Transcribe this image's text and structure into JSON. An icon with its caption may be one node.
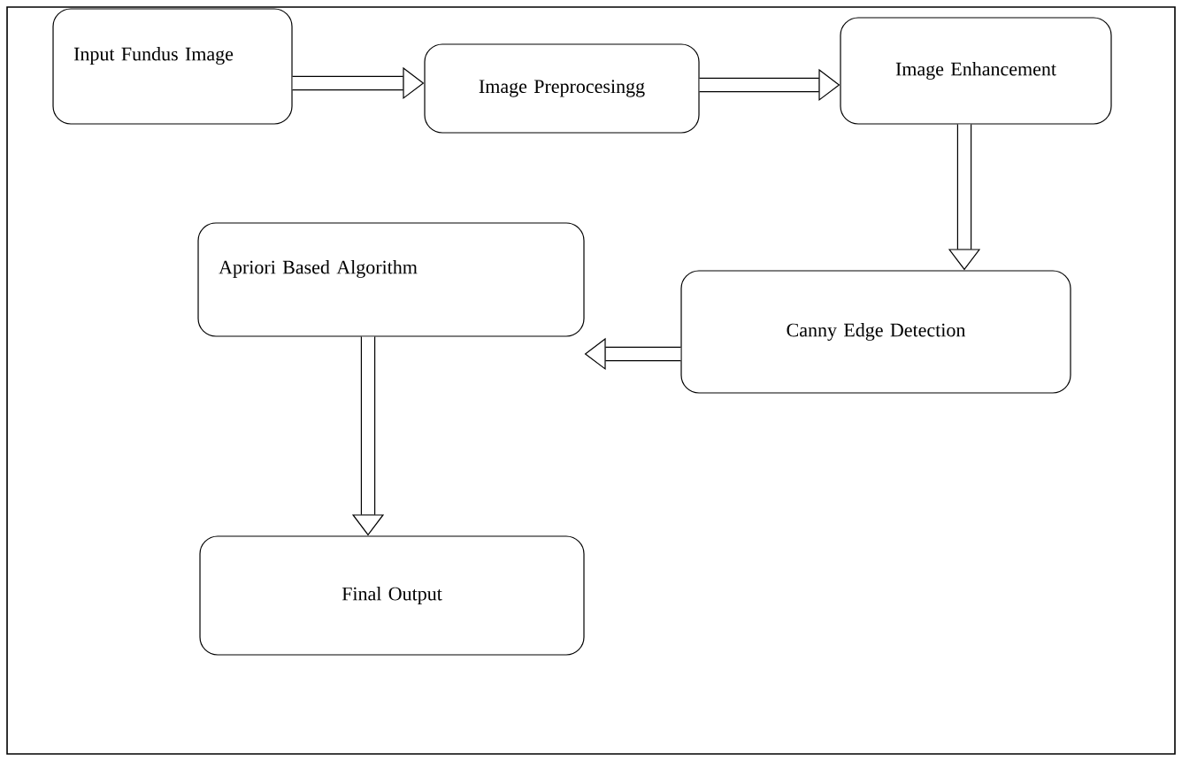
{
  "diagram": {
    "nodes": [
      {
        "text": [
          "Input Fundus Image"
        ]
      },
      {
        "text": [
          "Image Preprocesingg"
        ]
      },
      {
        "text": [
          "Image Enhancement"
        ]
      },
      {
        "text": [
          "Canny Edge Detection"
        ]
      },
      {
        "text": [
          "Apriori Based Algorithm"
        ]
      },
      {
        "text": [
          "Final Output"
        ]
      }
    ],
    "edges": [
      {
        "from": 0,
        "to": 1,
        "arrow": "to"
      },
      {
        "from": 1,
        "to": 2,
        "arrow": "to"
      },
      {
        "from": 2,
        "to": 3,
        "arrow": "to"
      },
      {
        "from": 3,
        "to": 4,
        "arrow": "to"
      },
      {
        "from": 4,
        "to": 5,
        "arrow": "to"
      }
    ]
  }
}
